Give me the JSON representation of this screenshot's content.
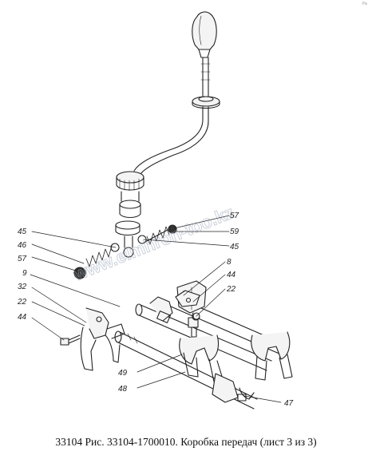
{
  "caption": "33104 Рис. 33104-1700010. Коробка передач (лист 3 из 3)",
  "watermark": "www.elmhron-too.kz",
  "corner_mark": "Ра",
  "callouts": [
    {
      "id": "45-left",
      "text": "45"
    },
    {
      "id": "46",
      "text": "46"
    },
    {
      "id": "57-left",
      "text": "57"
    },
    {
      "id": "9",
      "text": "9"
    },
    {
      "id": "32",
      "text": "32"
    },
    {
      "id": "22-left",
      "text": "22"
    },
    {
      "id": "44-left",
      "text": "44"
    },
    {
      "id": "57-right",
      "text": "57"
    },
    {
      "id": "59",
      "text": "59"
    },
    {
      "id": "45-right",
      "text": "45"
    },
    {
      "id": "8",
      "text": "8"
    },
    {
      "id": "44-right",
      "text": "44"
    },
    {
      "id": "22-right",
      "text": "22"
    },
    {
      "id": "49",
      "text": "49"
    },
    {
      "id": "48",
      "text": "48"
    },
    {
      "id": "47",
      "text": "47"
    }
  ]
}
